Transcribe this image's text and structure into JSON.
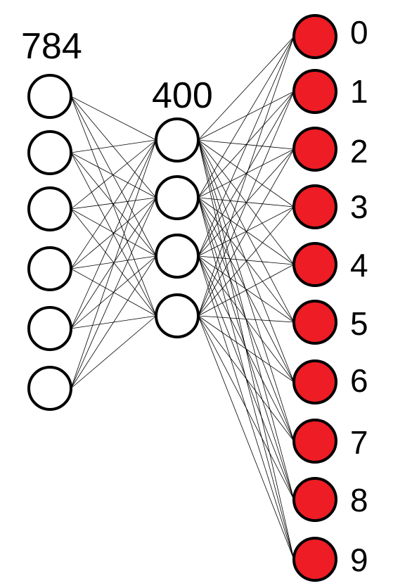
{
  "layers": {
    "input": {
      "label": "784",
      "node_count": 6
    },
    "hidden": {
      "label": "400",
      "node_count": 4
    },
    "output": {
      "labels": [
        "0",
        "1",
        "2",
        "3",
        "4",
        "5",
        "6",
        "7",
        "8",
        "9"
      ],
      "node_color": "#ee1c24"
    }
  },
  "colors": {
    "node_stroke": "#000000",
    "input_fill": "#ffffff",
    "hidden_fill": "#ffffff",
    "edge": "#000000"
  }
}
